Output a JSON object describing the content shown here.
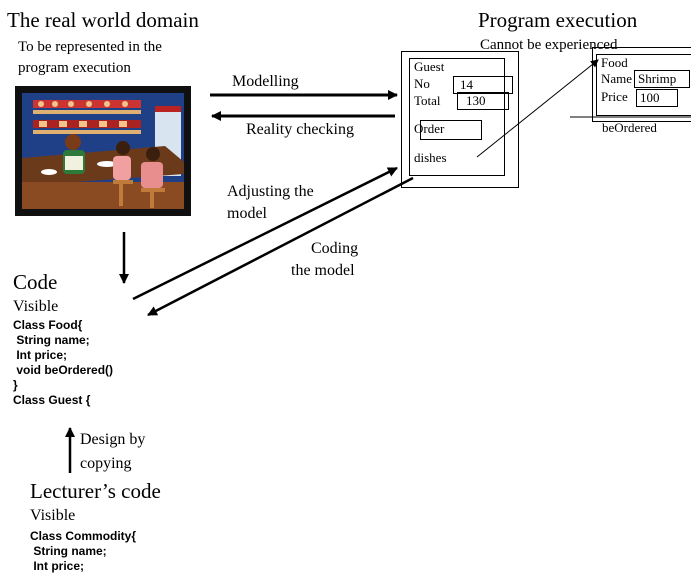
{
  "real_world": {
    "title": "The real world domain",
    "subtitle_line1": "To be represented in the",
    "subtitle_line2": "program execution"
  },
  "program_execution": {
    "title": "Program execution",
    "subtitle": "Cannot be experienced",
    "guest_box": {
      "title": "Guest",
      "no_label": "No",
      "no_value": "14",
      "total_label": "Total",
      "total_value": "130",
      "order_label": "Order",
      "dishes_label": "dishes"
    },
    "food_box": {
      "title": "Food",
      "name_label": "Name",
      "name_value": "Shrimp",
      "price_label": "Price",
      "price_value": "100",
      "method_label": "beOrdered"
    }
  },
  "arrows": {
    "modelling": "Modelling",
    "reality_checking": "Reality checking",
    "adjusting_line1": "Adjusting the",
    "adjusting_line2": "model",
    "coding_line1": "Coding",
    "coding_line2": "the model",
    "design_line1": "Design by",
    "design_line2": "copying"
  },
  "code": {
    "title": "Code",
    "visibility": "Visible",
    "lines": [
      "Class Food{",
      " String name;",
      " Int price;",
      " void beOrdered()",
      "}",
      "Class Guest {"
    ]
  },
  "lecturer_code": {
    "title": "Lecturer’s code",
    "visibility": "Visible",
    "lines": [
      "Class Commodity{",
      " String name;",
      " Int price;"
    ]
  },
  "colors": {
    "line": "#000000",
    "picture_wall": "#1f3f86",
    "picture_floor": "#6b3a1b",
    "picture_frame": "#101010"
  }
}
